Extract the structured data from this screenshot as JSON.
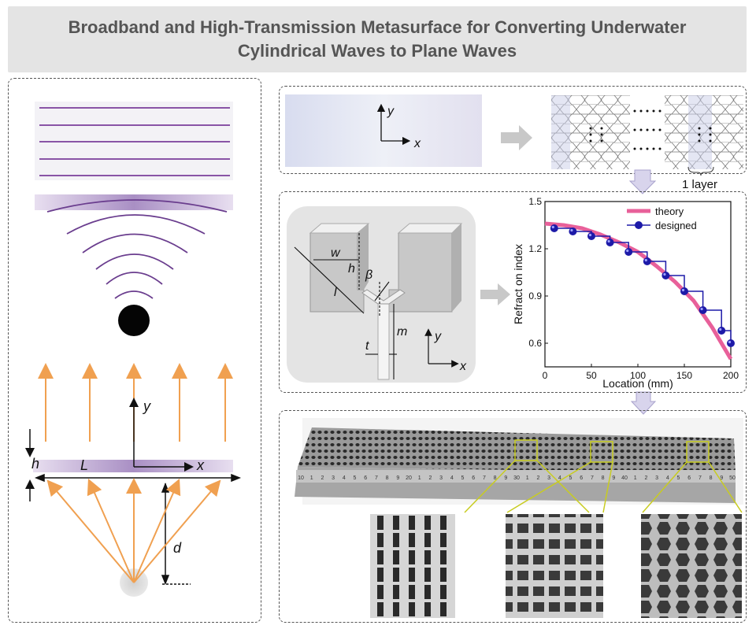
{
  "title": {
    "line1": "Broadband and High-Transmission Metasurface for Converting Underwater",
    "line2": "Cylindrical Waves to Plane Waves"
  },
  "left_panel": {
    "axis_y": "y",
    "axis_x": "x",
    "label_h": "h",
    "label_L": "L",
    "label_d": "d"
  },
  "top_right": {
    "axis_y": "y",
    "axis_x": "x",
    "layer_label": "1 layer"
  },
  "unit_cell": {
    "label_w": "w",
    "label_h": "h",
    "label_beta": "β",
    "label_l": "l",
    "label_m": "m",
    "label_t": "t",
    "axis_y": "y",
    "axis_x": "x"
  },
  "ruler_marks": [
    "10",
    "1",
    "2",
    "3",
    "4",
    "5",
    "6",
    "7",
    "8",
    "9",
    "20",
    "1",
    "2",
    "3",
    "4",
    "5",
    "6",
    "7",
    "8",
    "9",
    "30",
    "1",
    "2",
    "3",
    "4",
    "5",
    "6",
    "7",
    "8",
    "9",
    "40",
    "1",
    "2",
    "3",
    "4",
    "5",
    "6",
    "7",
    "8",
    "9",
    "50"
  ],
  "colors": {
    "accent_pink": "#e8609a",
    "accent_blue": "#1d1aa8",
    "arrow_orange": "#f0a050",
    "wave_purple": "#6a3d8e"
  },
  "chart_data": {
    "type": "line",
    "xlabel": "Location (mm)",
    "ylabel": "Refract on index",
    "xlim": [
      0,
      200
    ],
    "ylim": [
      0.45,
      1.5
    ],
    "xticks": [
      "0",
      "50",
      "100",
      "150",
      "200"
    ],
    "yticks": [
      "0.6",
      "0.9",
      "1.2",
      "1.5"
    ],
    "legend_position": "top-right",
    "series": [
      {
        "name": "theory",
        "x": [
          0,
          20,
          40,
          60,
          80,
          100,
          120,
          140,
          160,
          180,
          200
        ],
        "y": [
          1.36,
          1.35,
          1.33,
          1.29,
          1.24,
          1.18,
          1.09,
          0.99,
          0.87,
          0.7,
          0.5
        ]
      },
      {
        "name": "designed",
        "x": [
          10,
          30,
          50,
          70,
          90,
          110,
          130,
          150,
          170,
          190,
          200
        ],
        "y": [
          1.33,
          1.31,
          1.28,
          1.24,
          1.18,
          1.12,
          1.03,
          0.93,
          0.81,
          0.68,
          0.6
        ],
        "step": true
      }
    ]
  }
}
